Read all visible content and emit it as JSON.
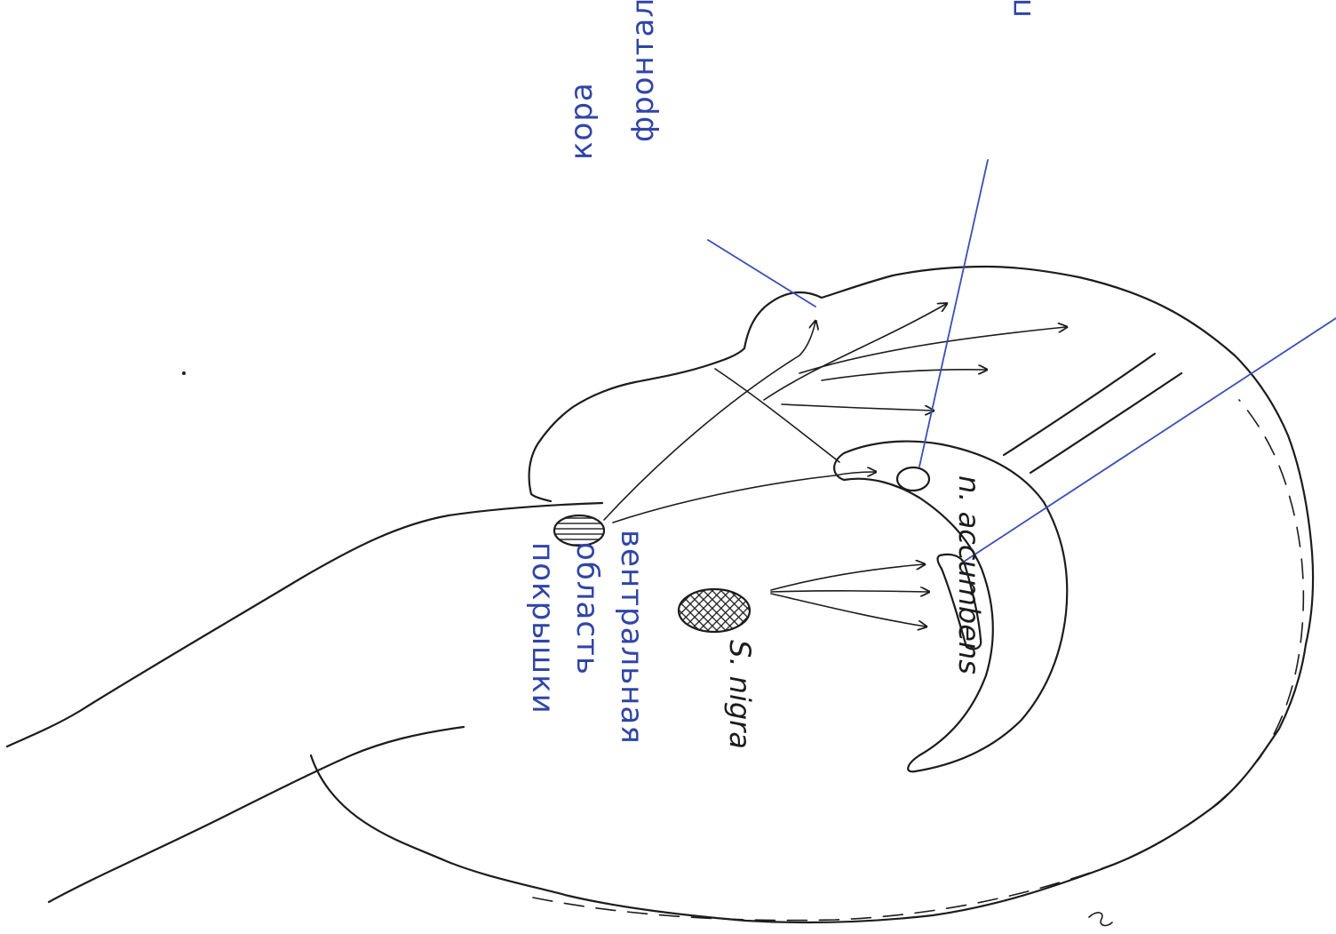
{
  "labels": {
    "prefrontal_cortex_1": "фронтальная",
    "prefrontal_cortex_2": "кора",
    "septal_area": "прилеж. ядро",
    "nucleus": "n. accumbens",
    "vta_1": "вентральная",
    "vta_2": "область",
    "vta_3": "покрышки",
    "substantia": "S. nigra"
  },
  "colors": {
    "ink": "#1c1c1c",
    "blue_pen": "#2f45a8"
  }
}
